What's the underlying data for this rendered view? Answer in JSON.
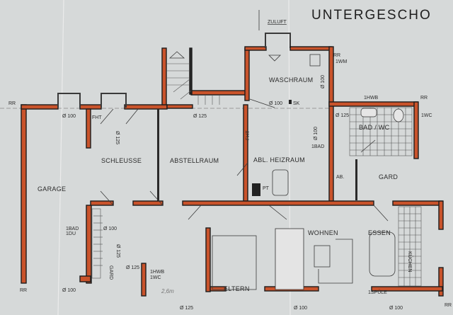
{
  "title": "UNTERGESCHO",
  "annotations": {
    "zuluft": "ZULUFT",
    "handwritten_dimension": "2,6m"
  },
  "rooms": {
    "garage": "GARAGE",
    "schleusse": "SCHLEUSSE",
    "abstellraum": "ABSTELLRAUM",
    "heizraum": "ABL. HEIZRAUM",
    "waschraum": "WASCHRAUM",
    "bad_wc": "BAD / WC",
    "ab": "AB.",
    "gard_right": "GARD",
    "gard_left": "GARD",
    "wohnen": "WOHNEN",
    "essen": "ESSEN",
    "kuechen": "KÜCHEN",
    "eltern": "ELTERN"
  },
  "fixtures": {
    "wm": "1WM",
    "hwb_top": "1HWB",
    "wc_right": "1WC",
    "bad_right": "1BAD",
    "bad_left": "1BAD",
    "du_left": "1DU",
    "hwb_bottom": "1HWB",
    "wc_bottom": "1WC",
    "spuele": "1SPÜLE",
    "sk": "SK",
    "fht_left": "FHT",
    "fht_mid": "FHT",
    "pt": "PT"
  },
  "downpipes": [
    "RR",
    "RR",
    "RR",
    "RR",
    "RR"
  ],
  "diameters": {
    "top_left": "Ø 100",
    "top_stair": "Ø 125",
    "top_wasch": "Ø 100",
    "bad": "Ø 125",
    "wasch_vertical_top": "Ø 100",
    "wasch_vertical_mid": "Ø 100",
    "schleuse_vertical": "Ø 125",
    "gard_vertical": "Ø 125",
    "gard_left": "Ø 100",
    "garage_bottom": "Ø 100",
    "small": "Ø 125",
    "bottom_mid": "Ø 125",
    "bottom_wohnen": "Ø 100",
    "bottom_kitchen": "Ø 100"
  },
  "colors": {
    "paper": "#d6d9d9",
    "wall_fill": "#c9532b",
    "ink": "#1d1d1d"
  }
}
